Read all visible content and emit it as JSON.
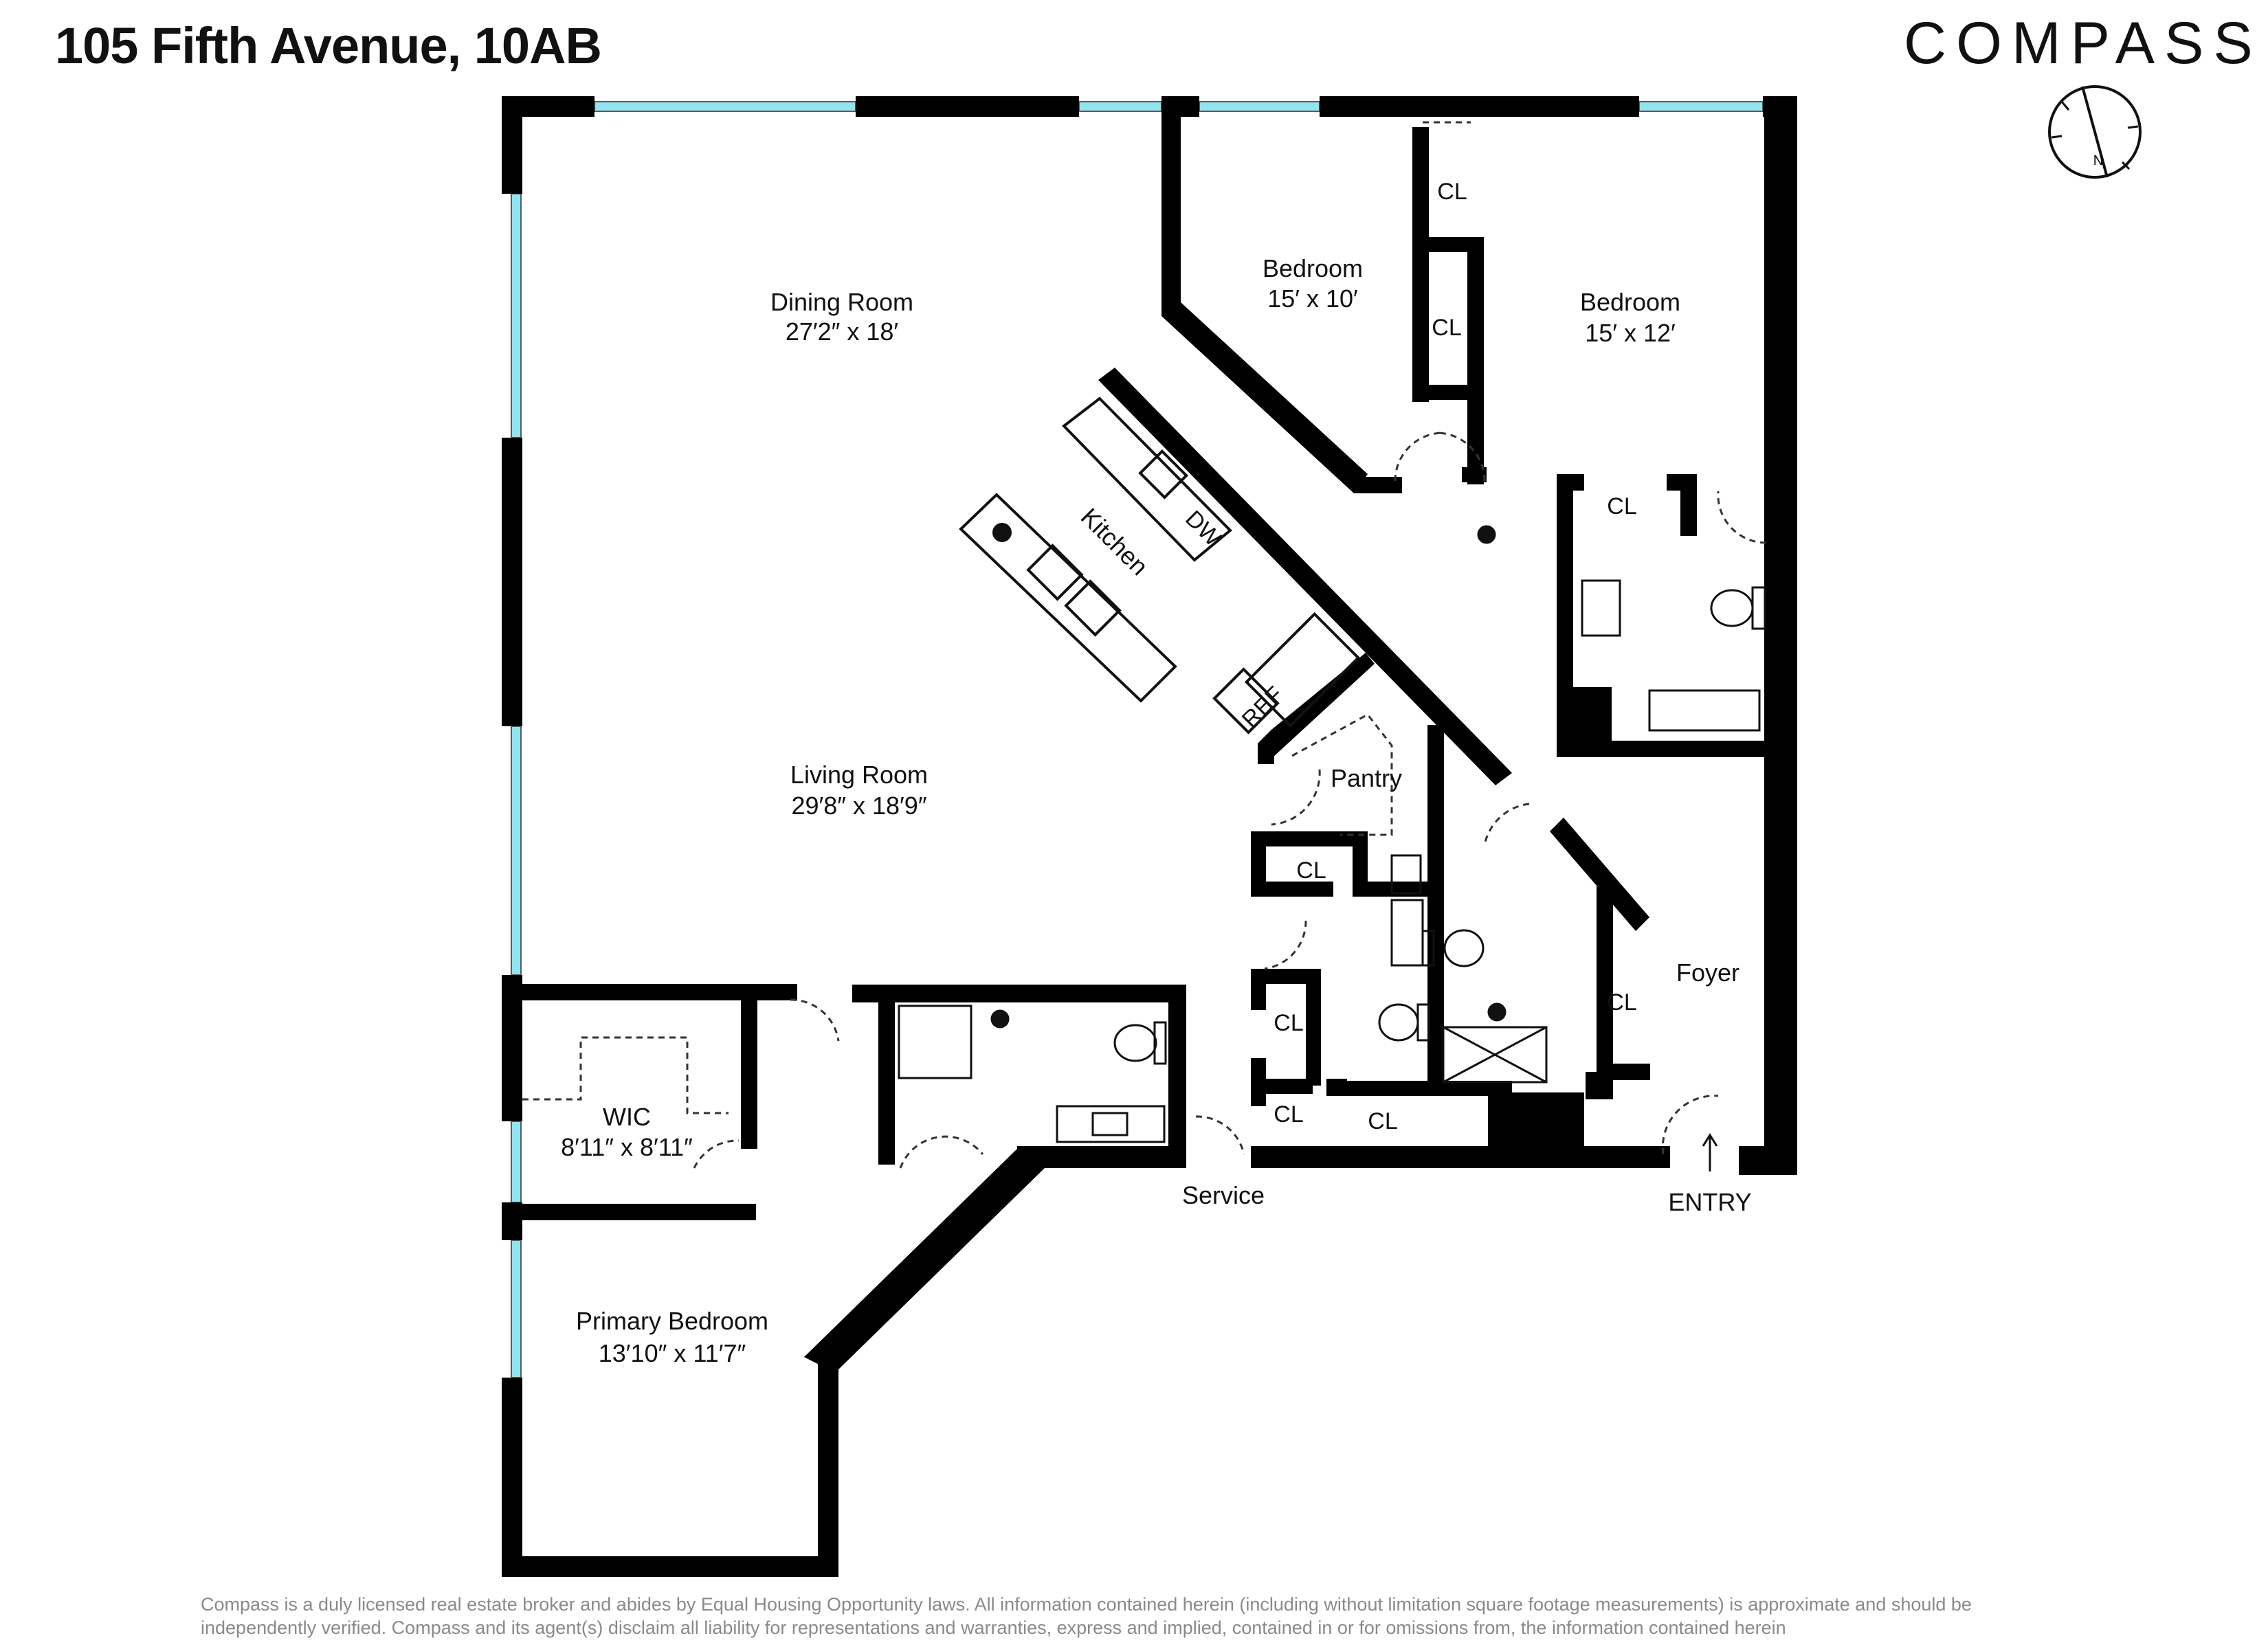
{
  "header": {
    "title": "105 Fifth Avenue, 10AB",
    "brand": "COMPASS"
  },
  "compass_rose": {
    "north_label": "N",
    "icon": "north-arrow-icon"
  },
  "rooms": {
    "dining": {
      "name": "Dining Room",
      "dims": "27′2″ x 18′"
    },
    "bedroom_small": {
      "name": "Bedroom",
      "dims": "15′ x 10′"
    },
    "bedroom_large": {
      "name": "Bedroom",
      "dims": "15′ x 12′"
    },
    "kitchen": {
      "name": "Kitchen"
    },
    "living": {
      "name": "Living Room",
      "dims": "29′8″ x 18′9″"
    },
    "pantry": {
      "name": "Pantry"
    },
    "foyer": {
      "name": "Foyer"
    },
    "wic": {
      "name": "WIC",
      "dims": "8′11″ x 8′11″"
    },
    "primary": {
      "name": "Primary Bedroom",
      "dims": "13′10″ x 11′7″"
    }
  },
  "closet_label": "CL",
  "appliances": {
    "dishwasher": "DW",
    "refrigerator": "REF"
  },
  "entrances": {
    "service": "Service",
    "entry": "ENTRY"
  },
  "colors": {
    "wall": "#000000",
    "window": "#8fe6f0",
    "disclaimer_text": "#8a8a8a"
  },
  "footer": {
    "disclaimer_line1": "Compass is a duly licensed real estate broker and abides by Equal Housing Opportunity laws.  All information contained herein (including without limitation square footage measurements) is approximate and should be",
    "disclaimer_line2": "independently verified. Compass and its agent(s) disclaim all liability for representations and warranties, express and implied, contained in or for omissions from, the information contained herein"
  }
}
